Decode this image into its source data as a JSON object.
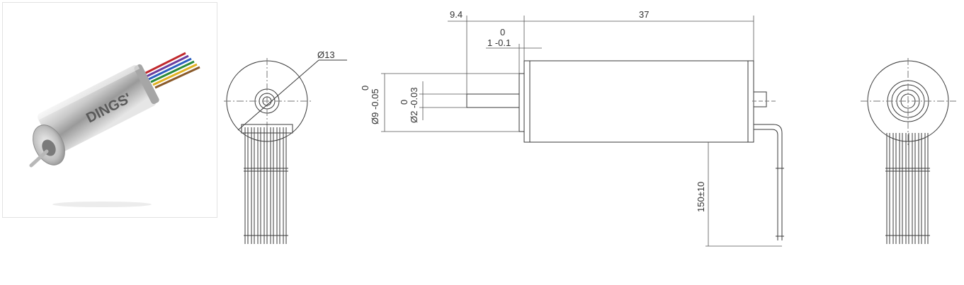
{
  "product_photo": {
    "brand_logo": "DINGS'",
    "wire_colors": [
      "#c0282d",
      "#6a3fa0",
      "#2a5fc0",
      "#2a8a3a",
      "#e0b020",
      "#8a5a2a"
    ]
  },
  "front_view": {
    "diameter_label": "Ø13"
  },
  "side_view": {
    "shaft_length": "9.4",
    "body_length": "37",
    "step_upper_tol": "0",
    "step_label": "1 -0.1",
    "flange_upper_tol": "0",
    "flange_label": "Ø9 -0.05",
    "shaft_upper_tol": "0",
    "shaft_label": "Ø2 -0.03",
    "lead_length": "150±10"
  },
  "colors": {
    "line": "#3a3a3a",
    "dim_line": "#555555",
    "center_line": "#777777"
  }
}
